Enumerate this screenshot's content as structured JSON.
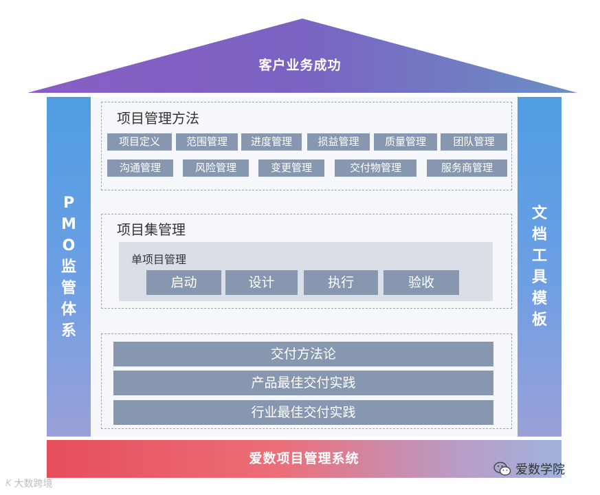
{
  "roof": {
    "title": "客户业务成功"
  },
  "left_pillar": {
    "chars": [
      "P",
      "M",
      "O",
      "监",
      "管",
      "体",
      "系"
    ]
  },
  "right_pillar": {
    "chars": [
      "文",
      "档",
      "工",
      "具",
      "模",
      "板"
    ]
  },
  "method_section": {
    "title": "项目管理方法",
    "row1": [
      "项目定义",
      "范围管理",
      "进度管理",
      "损益管理",
      "质量管理",
      "团队管理"
    ],
    "row2": [
      "沟通管理",
      "风险管理",
      "变更管理",
      "交付物管理",
      "服务商管理"
    ]
  },
  "program_section": {
    "title": "项目集管理",
    "inner_title": "单项目管理",
    "steps": [
      "启动",
      "设计",
      "执行",
      "验收"
    ]
  },
  "practice_section": {
    "bars": [
      "交付方法论",
      "产品最佳交付实践",
      "行业最佳交付实践"
    ]
  },
  "foundation": {
    "title": "爱数项目管理系统"
  },
  "wechat": {
    "label": "爱数学院"
  },
  "watermark": {
    "mark": "K",
    "text": "大数跨境"
  },
  "colors": {
    "roof_start": "#7b5fc0",
    "roof_end": "#6f86c0",
    "pillar": "#5a9be3",
    "chip": "#8797b0",
    "foundation_start": "#e64e5c",
    "foundation_end": "#9fb3dc"
  }
}
